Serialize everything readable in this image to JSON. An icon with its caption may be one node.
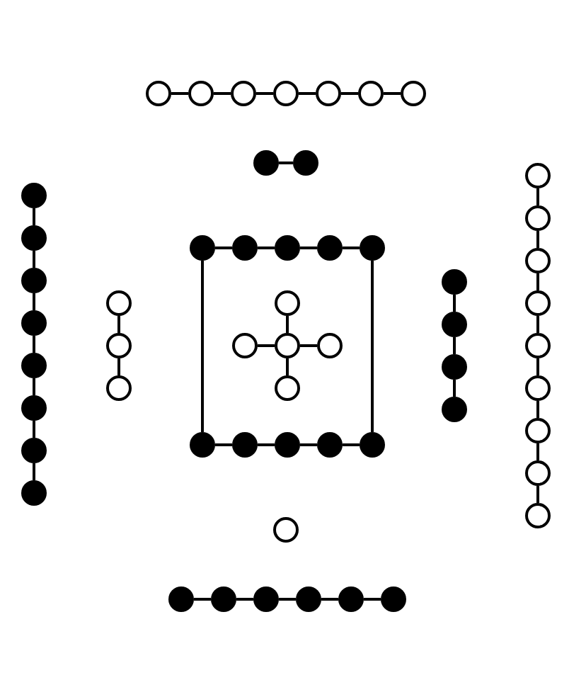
{
  "diagram": {
    "nodes": [
      {
        "text": [],
        "shape": "circle"
      },
      {
        "text": [],
        "shape": "circle"
      },
      {
        "text": [],
        "shape": "circle"
      },
      {
        "text": [],
        "shape": "circle"
      },
      {
        "text": [],
        "shape": "circle"
      },
      {
        "text": [],
        "shape": "circle"
      },
      {
        "text": [],
        "shape": "circle"
      },
      {
        "text": [],
        "shape": "dot"
      },
      {
        "text": [],
        "shape": "dot"
      },
      {
        "text": [],
        "shape": "dot"
      },
      {
        "text": [],
        "shape": "dot"
      },
      {
        "text": [],
        "shape": "dot"
      },
      {
        "text": [],
        "shape": "dot"
      },
      {
        "text": [],
        "shape": "dot"
      },
      {
        "text": [],
        "shape": "dot"
      },
      {
        "text": [],
        "shape": "dot"
      },
      {
        "text": [],
        "shape": "dot"
      },
      {
        "text": [],
        "shape": "circle"
      },
      {
        "text": [],
        "shape": "circle"
      },
      {
        "text": [],
        "shape": "circle"
      },
      {
        "text": [],
        "shape": "dot"
      },
      {
        "text": [],
        "shape": "dot"
      },
      {
        "text": [],
        "shape": "dot"
      },
      {
        "text": [],
        "shape": "dot"
      },
      {
        "text": [],
        "shape": "dot"
      },
      {
        "text": [],
        "shape": "circle"
      },
      {
        "text": [],
        "shape": "circle"
      },
      {
        "text": [],
        "shape": "circle"
      },
      {
        "text": [],
        "shape": "circle"
      },
      {
        "text": [],
        "shape": "circle"
      },
      {
        "text": [],
        "shape": "dot"
      },
      {
        "text": [],
        "shape": "dot"
      },
      {
        "text": [],
        "shape": "dot"
      },
      {
        "text": [],
        "shape": "dot"
      },
      {
        "text": [],
        "shape": "dot"
      },
      {
        "text": [],
        "shape": "dot"
      },
      {
        "text": [],
        "shape": "dot"
      },
      {
        "text": [],
        "shape": "dot"
      },
      {
        "text": [],
        "shape": "dot"
      },
      {
        "text": [],
        "shape": "circle"
      },
      {
        "text": [],
        "shape": "circle"
      },
      {
        "text": [],
        "shape": "circle"
      },
      {
        "text": [],
        "shape": "circle"
      },
      {
        "text": [],
        "shape": "circle"
      },
      {
        "text": [],
        "shape": "circle"
      },
      {
        "text": [],
        "shape": "circle"
      },
      {
        "text": [],
        "shape": "circle"
      },
      {
        "text": [],
        "shape": "circle"
      },
      {
        "text": [],
        "shape": "circle"
      },
      {
        "text": [],
        "shape": "dot"
      },
      {
        "text": [],
        "shape": "dot"
      },
      {
        "text": [],
        "shape": "dot"
      },
      {
        "text": [],
        "shape": "dot"
      },
      {
        "text": [],
        "shape": "dot"
      },
      {
        "text": [],
        "shape": "dot"
      }
    ],
    "edges": [
      {
        "from": 0,
        "to": 1,
        "arrow": "none"
      },
      {
        "from": 1,
        "to": 2,
        "arrow": "none"
      },
      {
        "from": 2,
        "to": 3,
        "arrow": "none"
      },
      {
        "from": 3,
        "to": 4,
        "arrow": "none"
      },
      {
        "from": 4,
        "to": 5,
        "arrow": "none"
      },
      {
        "from": 5,
        "to": 6,
        "arrow": "none"
      },
      {
        "from": 7,
        "to": 8,
        "arrow": "none"
      },
      {
        "from": 9,
        "to": 10,
        "arrow": "none"
      },
      {
        "from": 10,
        "to": 11,
        "arrow": "none"
      },
      {
        "from": 11,
        "to": 12,
        "arrow": "none"
      },
      {
        "from": 12,
        "to": 13,
        "arrow": "none"
      },
      {
        "from": 13,
        "to": 14,
        "arrow": "none"
      },
      {
        "from": 14,
        "to": 15,
        "arrow": "none"
      },
      {
        "from": 15,
        "to": 16,
        "arrow": "none"
      },
      {
        "from": 17,
        "to": 18,
        "arrow": "none"
      },
      {
        "from": 18,
        "to": 19,
        "arrow": "none"
      },
      {
        "from": 20,
        "to": 21,
        "arrow": "none"
      },
      {
        "from": 21,
        "to": 22,
        "arrow": "none"
      },
      {
        "from": 22,
        "to": 23,
        "arrow": "none"
      },
      {
        "from": 23,
        "to": 24,
        "arrow": "none"
      },
      {
        "from": 20,
        "to": 30,
        "arrow": "none"
      },
      {
        "from": 24,
        "to": 34,
        "arrow": "none"
      },
      {
        "from": 25,
        "to": 27,
        "arrow": "none"
      },
      {
        "from": 26,
        "to": 27,
        "arrow": "none"
      },
      {
        "from": 27,
        "to": 28,
        "arrow": "none"
      },
      {
        "from": 27,
        "to": 29,
        "arrow": "none"
      },
      {
        "from": 30,
        "to": 31,
        "arrow": "none"
      },
      {
        "from": 31,
        "to": 32,
        "arrow": "none"
      },
      {
        "from": 32,
        "to": 33,
        "arrow": "none"
      },
      {
        "from": 33,
        "to": 34,
        "arrow": "none"
      },
      {
        "from": 35,
        "to": 36,
        "arrow": "none"
      },
      {
        "from": 36,
        "to": 37,
        "arrow": "none"
      },
      {
        "from": 37,
        "to": 38,
        "arrow": "none"
      },
      {
        "from": 39,
        "to": 40,
        "arrow": "none"
      },
      {
        "from": 40,
        "to": 41,
        "arrow": "none"
      },
      {
        "from": 41,
        "to": 42,
        "arrow": "none"
      },
      {
        "from": 42,
        "to": 43,
        "arrow": "none"
      },
      {
        "from": 43,
        "to": 44,
        "arrow": "none"
      },
      {
        "from": 44,
        "to": 45,
        "arrow": "none"
      },
      {
        "from": 45,
        "to": 46,
        "arrow": "none"
      },
      {
        "from": 46,
        "to": 47,
        "arrow": "none"
      },
      {
        "from": 49,
        "to": 50,
        "arrow": "none"
      },
      {
        "from": 50,
        "to": 51,
        "arrow": "none"
      },
      {
        "from": 51,
        "to": 52,
        "arrow": "none"
      },
      {
        "from": 52,
        "to": 53,
        "arrow": "none"
      },
      {
        "from": 53,
        "to": 54,
        "arrow": "none"
      }
    ]
  }
}
